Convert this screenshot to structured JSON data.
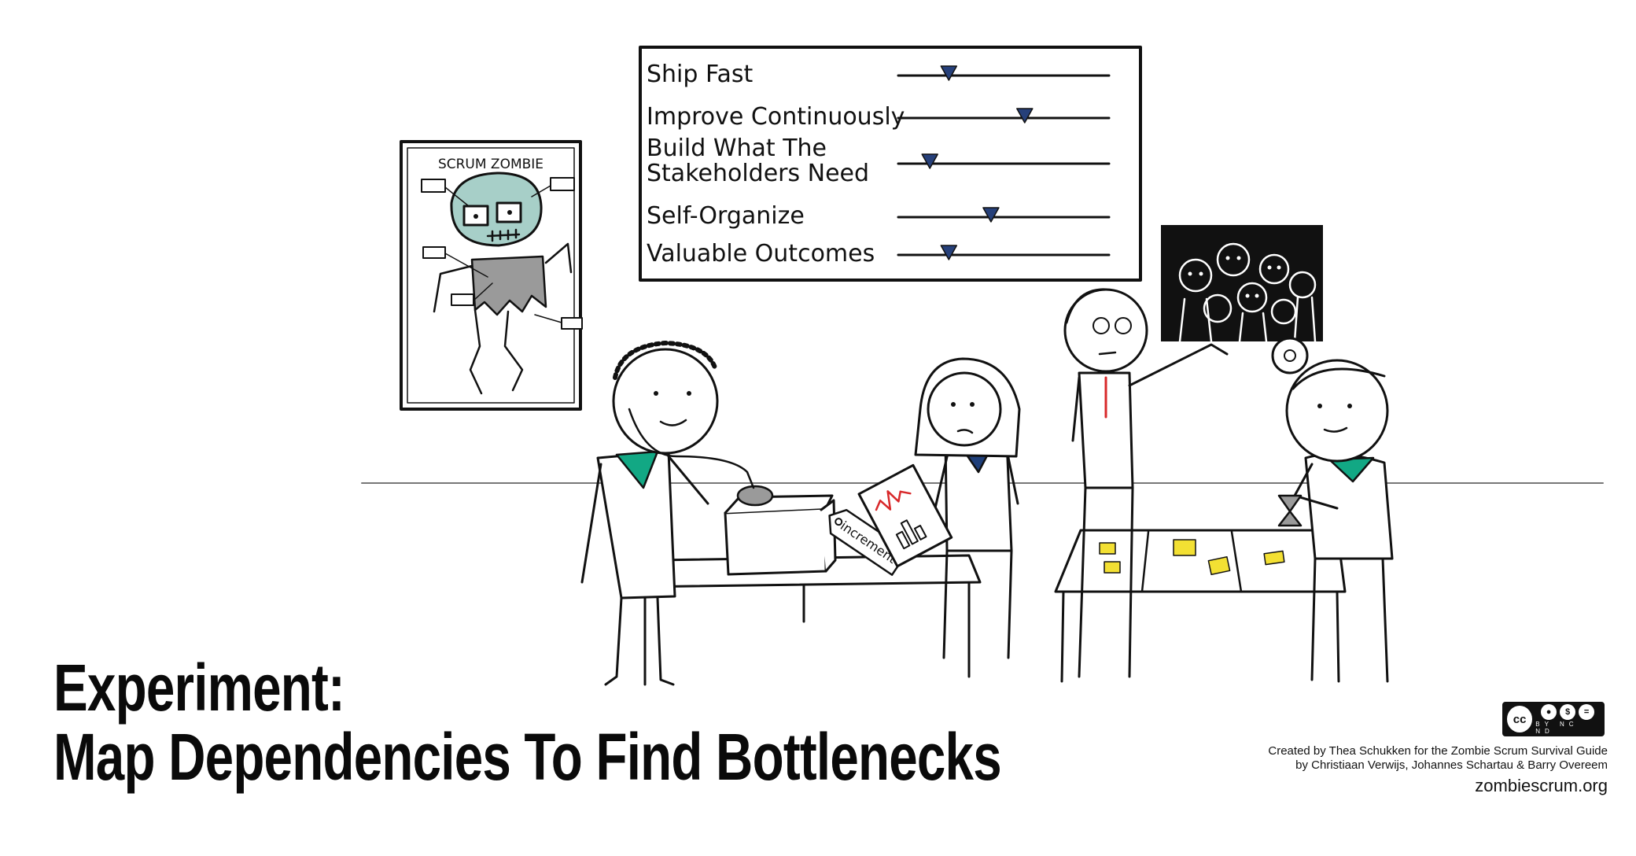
{
  "poster": {
    "title": "SCRUM ZOMBIE"
  },
  "sliders": [
    {
      "label_lines": [
        "Ship Fast"
      ],
      "value": 0.24
    },
    {
      "label_lines": [
        "Improve Continuously"
      ],
      "value": 0.6
    },
    {
      "label_lines": [
        "Build What The",
        "Stakeholders Need"
      ],
      "value": 0.15
    },
    {
      "label_lines": [
        "Self-Organize"
      ],
      "value": 0.44
    },
    {
      "label_lines": [
        "Valuable Outcomes"
      ],
      "value": 0.24
    }
  ],
  "tag": {
    "label": "increment"
  },
  "heading": {
    "line1": "Experiment:",
    "line2": "Map Dependencies To Find Bottlenecks"
  },
  "credits": {
    "line1": "Created by Thea Schukken for the Zombie Scrum Survival Guide",
    "line2": "by Christiaan Verwijs, Johannes Schartau & Barry Overeem",
    "site": "zombiescrum.org"
  },
  "license": {
    "badge": "cc",
    "parts": [
      "BY",
      "NC",
      "ND"
    ],
    "icons": [
      "person-icon",
      "no-dollar-icon",
      "equals-icon"
    ]
  },
  "colors": {
    "zombie_skin": "#a7cfc8",
    "zombie_shirt": "#9a9a9a",
    "scarf": "#12a884",
    "scarf_dark": "#1f3f7a",
    "slider_handle": "#26407a",
    "sticky": "#f3e033",
    "chart_red": "#d8282a"
  }
}
